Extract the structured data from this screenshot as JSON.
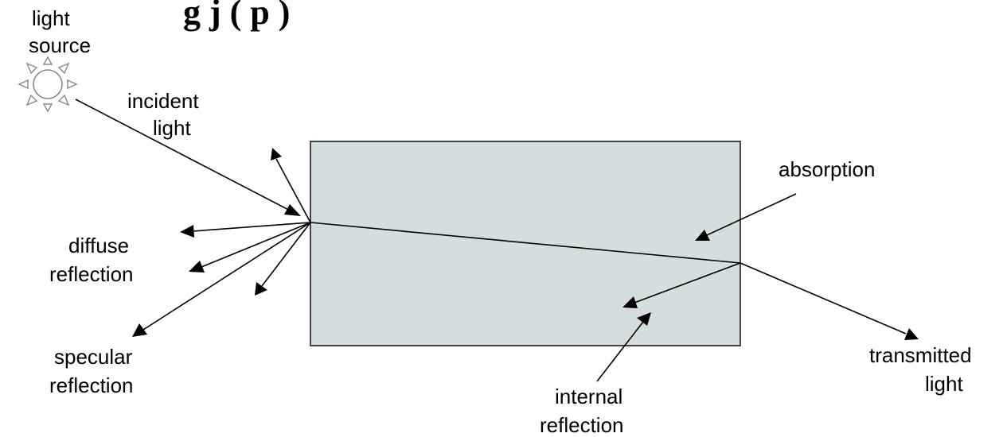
{
  "title_fragment": "g       j   (        p     )",
  "colors": {
    "object_fill": "#d5dede",
    "object_stroke": "#444444",
    "line": "#000000"
  },
  "icons": {
    "light_source": "sun-icon"
  },
  "labels": {
    "light_source": [
      "light",
      "source"
    ],
    "incident_light": [
      "incident",
      "light"
    ],
    "absorption": [
      "absorption"
    ],
    "diffuse_reflection": [
      "diffuse",
      "reflection"
    ],
    "specular_reflection": [
      "specular",
      "reflection"
    ],
    "internal_reflection": [
      "internal",
      "reflection"
    ],
    "transmitted_light": [
      "transmitted",
      "light"
    ]
  }
}
